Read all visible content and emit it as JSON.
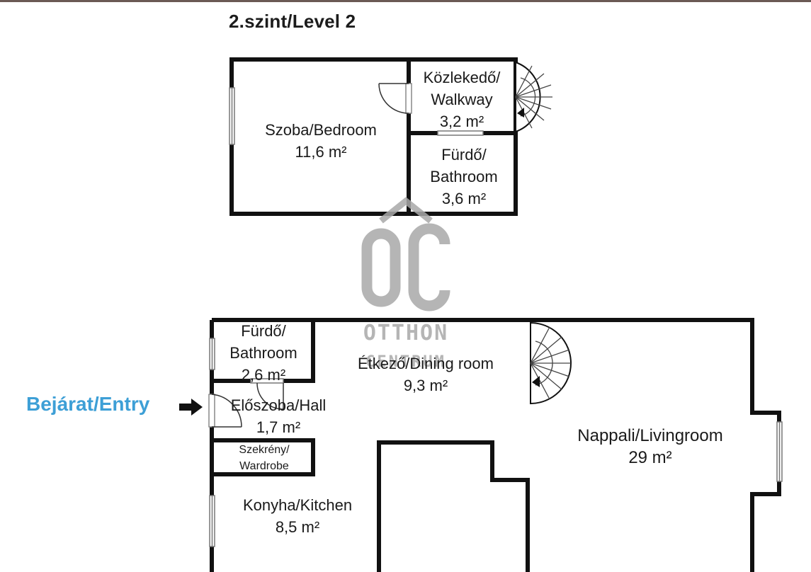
{
  "plan": {
    "level_title": "2.szint/Level 2",
    "entry_label": "Bejárat/Entry",
    "upper_rooms": [
      {
        "name": "Szoba/Bedroom",
        "area": "11,6 m²"
      },
      {
        "name_line1": "Közlekedő/",
        "name_line2": "Walkway",
        "area": "3,2 m²"
      },
      {
        "name_line1": "Fürdő/",
        "name_line2": "Bathroom",
        "area": "3,6 m²"
      }
    ],
    "lower_rooms": [
      {
        "name_line1": "Fürdő/",
        "name_line2": "Bathroom",
        "area": "2,6 m²"
      },
      {
        "name": "Étkező/Dining room",
        "area": "9,3 m²"
      },
      {
        "name": "Előszoba/Hall",
        "area": "1,7 m²"
      },
      {
        "name_line1": "Szekrény/",
        "name_line2": "Wardrobe"
      },
      {
        "name": "Nappali/Livingroom",
        "area": "29 m²"
      },
      {
        "name": "Konyha/Kitchen",
        "area": "8,5 m²"
      }
    ]
  },
  "watermark": {
    "logo_letters": "OC",
    "line1": "OTTHON",
    "line2": "CENTRUM"
  },
  "colors": {
    "wall": "#111111",
    "entry_text": "#3d9fd6",
    "watermark": "#a9a9a9",
    "top_rule": "#6b5a55"
  }
}
